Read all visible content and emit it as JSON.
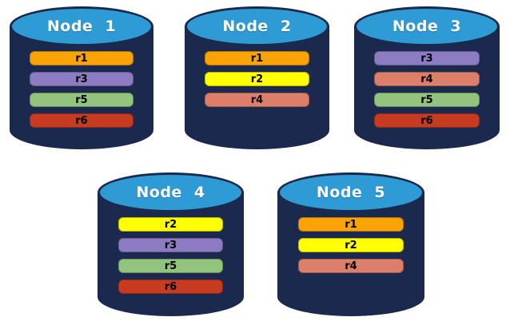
{
  "diagram": {
    "background_color": "#FFFFFF",
    "cylinder_body_color": "#1A294D",
    "cylinder_top_color": "#2E9BD5",
    "node_title_color": "#FFFFFF",
    "bar_label_color": "#000000"
  },
  "replica_colors": {
    "r1": "#FAA306",
    "r2": "#FFFF00",
    "r3": "#8E7CC3",
    "r4": "#DD7E6B",
    "r5": "#93C47D",
    "r6": "#C63B22"
  },
  "nodes": [
    {
      "title": "Node 1",
      "replicas": [
        "r1",
        "r3",
        "r5",
        "r6"
      ]
    },
    {
      "title": "Node 2",
      "replicas": [
        "r1",
        "r2",
        "r4"
      ]
    },
    {
      "title": "Node 3",
      "replicas": [
        "r3",
        "r4",
        "r5",
        "r6"
      ]
    },
    {
      "title": "Node 4",
      "replicas": [
        "r2",
        "r3",
        "r5",
        "r6"
      ]
    },
    {
      "title": "Node 5",
      "replicas": [
        "r1",
        "r2",
        "r4"
      ]
    }
  ]
}
